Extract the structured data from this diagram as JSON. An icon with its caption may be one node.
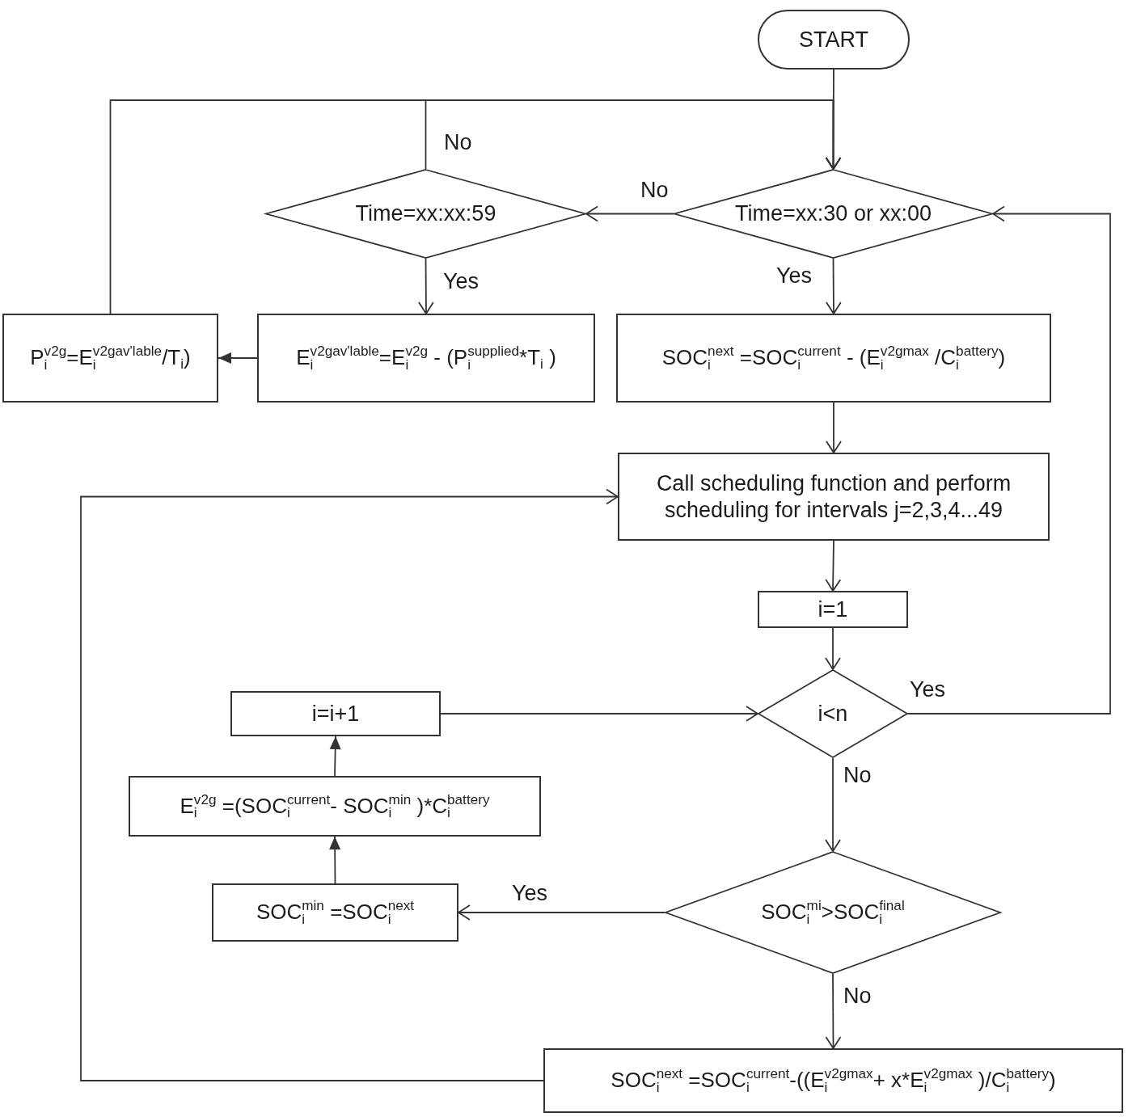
{
  "diagram": {
    "nodes": [
      {
        "text": [
          "START"
        ]
      },
      {
        "text": [
          "Time=xx:30 or xx:00"
        ]
      },
      {
        "text": [
          "Time=xx:xx:59"
        ]
      },
      {
        "text": [
          "P$_{i}$$^{v2g}$=E$_{i}$$^{v2gav'lable}$/T$_{i}$)"
        ]
      },
      {
        "text": [
          "E$_{i}$$^{v2gav'lable}$=E$_{i}$$^{v2g}$ - (P$_{i}$$^{supplied}$*T$_{i}$ )"
        ]
      },
      {
        "text": [
          "SOC$_{i}$$^{next}$ =SOC$_{i}$$^{current}$ - (E$_{i}$$^{v2gmax}$ /C$_{i}$$^{battery}$)"
        ]
      },
      {
        "text": [
          "Call scheduling function and perform scheduling for intervals j=2,3,4...49"
        ]
      },
      {
        "text": [
          "i=1"
        ]
      },
      {
        "text": [
          "i<n"
        ]
      },
      {
        "text": [
          "i=i+1"
        ]
      },
      {
        "text": [
          "E$_{i}$$^{v2g}$ =(SOC$_{i}$$^{current}$- SOC$_{i}$$^{min}$ )*C$_{i}$$^{battery}$"
        ]
      },
      {
        "text": [
          "SOC$_{i}$$^{min}$ =SOC$_{i}$$^{next}$"
        ]
      },
      {
        "text": [
          "SOC$_{i}$$^{mi}$>SOC$_{i}$$^{final}$"
        ]
      },
      {
        "text": [
          "SOC$_{i}$$^{next}$ =SOC$_{i}$$^{current}$-((E$_{i}$$^{v2gmax}$+ x*E$_{i}$$^{v2gmax}$ )/C$_{i}$$^{battery}$)"
        ]
      }
    ],
    "edges": [
      {
        "from": 0,
        "to": 1,
        "arrow": "to"
      },
      {
        "from": 3,
        "to": 1,
        "arrow": "to"
      },
      {
        "from": 1,
        "to": 2,
        "arrow": "to",
        "label": "No"
      },
      {
        "from": 2,
        "to": 1,
        "arrow": "to",
        "label": "No"
      },
      {
        "from": 2,
        "to": 4,
        "arrow": "to",
        "label": "Yes"
      },
      {
        "from": 4,
        "to": 3,
        "arrow": "to"
      },
      {
        "from": 1,
        "to": 5,
        "arrow": "to",
        "label": "Yes"
      },
      {
        "from": 5,
        "to": 6,
        "arrow": "to"
      },
      {
        "from": 6,
        "to": 7,
        "arrow": "to"
      },
      {
        "from": 7,
        "to": 8,
        "arrow": "to"
      },
      {
        "from": 8,
        "to": 1,
        "arrow": "to",
        "label": "Yes"
      },
      {
        "from": 9,
        "to": 8,
        "arrow": "to"
      },
      {
        "from": 8,
        "to": 12,
        "arrow": "to",
        "label": "No"
      },
      {
        "from": 12,
        "to": 11,
        "arrow": "to",
        "label": "Yes"
      },
      {
        "from": 11,
        "to": 10,
        "arrow": "to"
      },
      {
        "from": 10,
        "to": 9,
        "arrow": "to"
      },
      {
        "from": 12,
        "to": 13,
        "arrow": "to",
        "label": "No"
      },
      {
        "from": 13,
        "to": 6,
        "arrow": "to"
      }
    ]
  }
}
